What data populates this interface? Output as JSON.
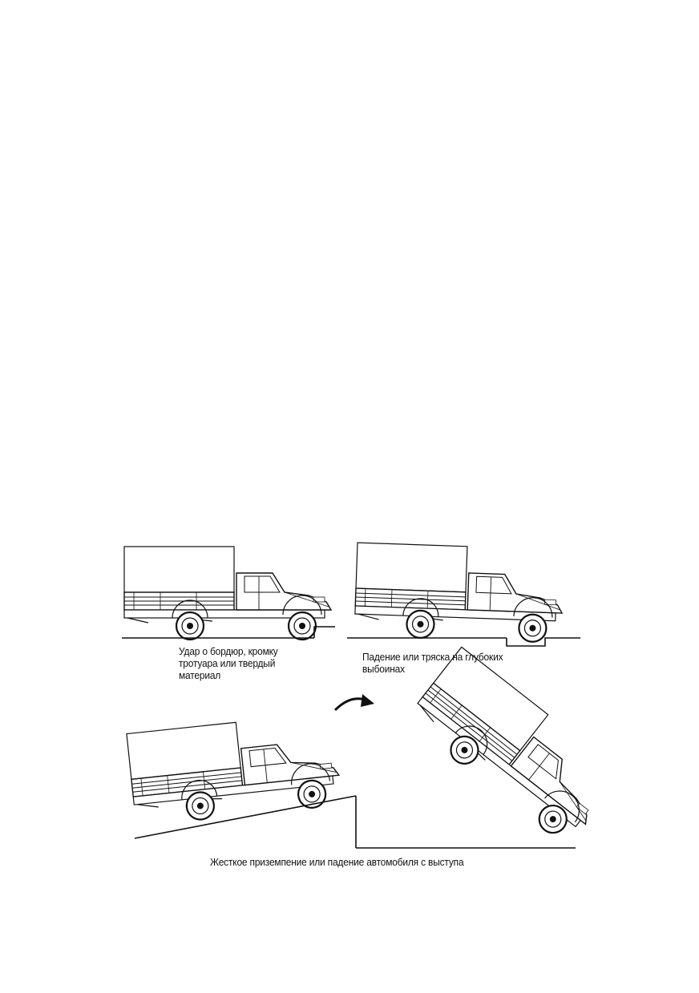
{
  "captions": {
    "curb": {
      "lines": [
        "Удар о бордюр, кромку",
        "тротуара или твердый",
        "материал"
      ]
    },
    "pothole": {
      "lines": [
        "Падение или тряска на глубоких",
        "выбоинах"
      ]
    },
    "landing": {
      "lines": [
        "Жесткое приземпение или падение автомобиля с выступа"
      ]
    }
  },
  "icons": {
    "transition": "curved-arrow-icon"
  },
  "colors": {
    "line": "#111111",
    "background": "#ffffff"
  }
}
